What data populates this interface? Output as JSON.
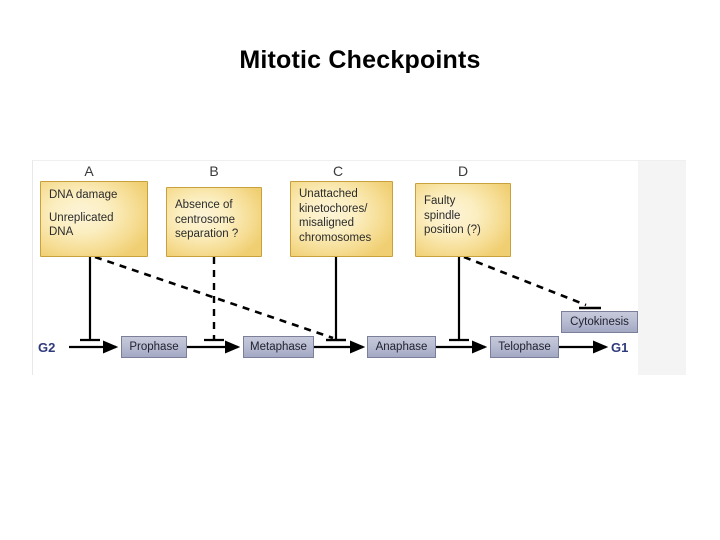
{
  "slide": {
    "title": "Mitotic Checkpoints",
    "background_color": "#ffffff"
  },
  "figure": {
    "panel_background": "#ffffff",
    "right_band_color": "#f4f4f5",
    "gold_box_color": "#f6dd94",
    "gold_box_border": "#c8a13c",
    "phase_box_color": "#b9bdd2",
    "phase_box_border": "#7b7f99",
    "gphase_label_color": "#2f3a7a",
    "line_color": "#000000"
  },
  "checkpoints": [
    {
      "letter": "A",
      "lines": [
        "DNA damage",
        "",
        "Unreplicated",
        "DNA"
      ],
      "targets": [
        "Prophase",
        "Anaphase"
      ],
      "line_styles": [
        "solid",
        "dashed"
      ]
    },
    {
      "letter": "B",
      "lines": [
        "Absence of",
        "centrosome",
        "separation ?"
      ],
      "targets": [
        "Metaphase"
      ],
      "line_styles": [
        "dashed"
      ]
    },
    {
      "letter": "C",
      "lines": [
        "Unattached",
        "kinetochores/",
        "misaligned",
        "chromosomes"
      ],
      "targets": [
        "Anaphase"
      ],
      "line_styles": [
        "solid"
      ]
    },
    {
      "letter": "D",
      "lines": [
        "Faulty",
        "spindle",
        "position (?)"
      ],
      "targets": [
        "Telophase",
        "Cytokinesis"
      ],
      "line_styles": [
        "solid",
        "dashed"
      ]
    }
  ],
  "cell_cycle": {
    "start_label": "G2",
    "end_label": "G1",
    "phases": [
      {
        "label": "Prophase"
      },
      {
        "label": "Metaphase"
      },
      {
        "label": "Anaphase"
      },
      {
        "label": "Telophase"
      }
    ],
    "side_phase": {
      "label": "Cytokinesis"
    }
  }
}
